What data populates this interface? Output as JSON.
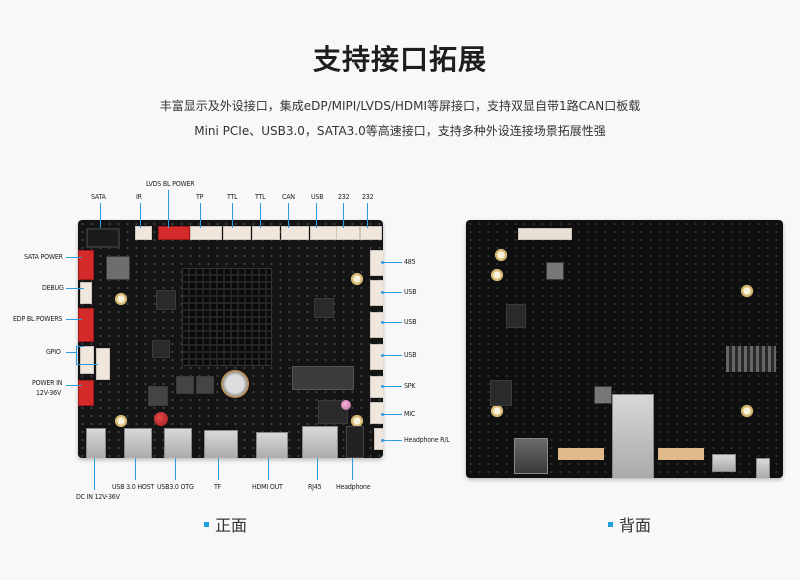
{
  "header": {
    "title": "支持接口拓展",
    "description_line1": "丰富显示及外设接口，集成eDP/MIPI/LVDS/HDMI等屏接口，支持双显自带1路CAN口板载",
    "description_line2": "Mini PCIe、USB3.0，SATA3.0等高速接口，支持多种外设连接场景拓展性强"
  },
  "front_board": {
    "caption": "正面",
    "top_labels": [
      "SATA",
      "IR",
      "LVDS BL POWER",
      "TP",
      "TTL",
      "TTL",
      "CAN",
      "USB",
      "232",
      "232"
    ],
    "left_labels": [
      "SATA POWER",
      "DEBUG",
      "EDP BL POWERS",
      "GPIO",
      "POWER IN",
      "12V-36V"
    ],
    "right_labels": [
      "485",
      "USB",
      "USB",
      "USB",
      "SPK",
      "MIC",
      "Headphone R/L"
    ],
    "bottom_labels": [
      "USB 3.0 HOST",
      "USB3.0 OTG",
      "TF",
      "HDMI OUT",
      "RJ45",
      "Headphone",
      "DC IN 12V-36V"
    ]
  },
  "back_board": {
    "caption": "背面"
  },
  "colors": {
    "accent": "#1ea0dc",
    "leader_line": "#2d9be0",
    "background": "#f8f8f8",
    "pcb": "#141414"
  }
}
